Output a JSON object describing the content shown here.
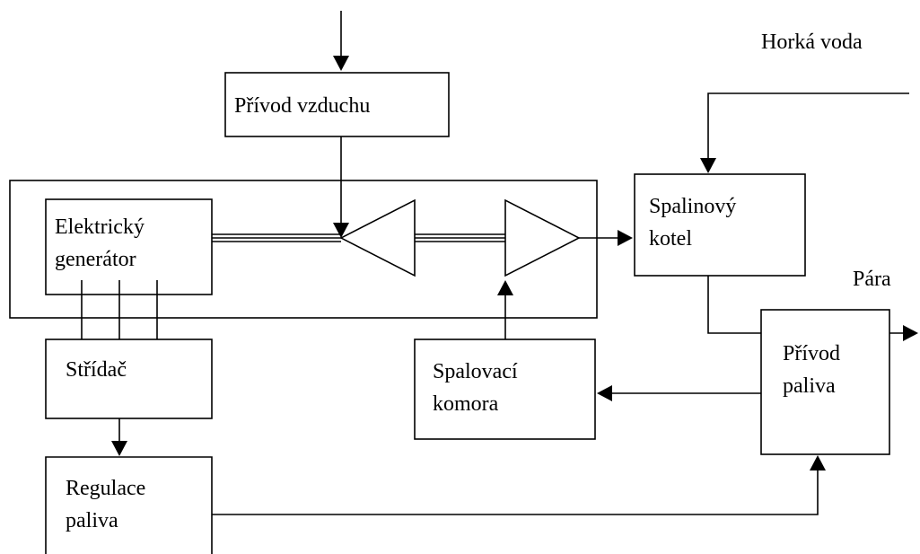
{
  "labels": {
    "air_intake": "Přívod vzduchu",
    "hot_water": "Horká voda",
    "generator_line1": "Elektrický",
    "generator_line2": "generátor",
    "boiler_line1": "Spalinový",
    "boiler_line2": "kotel",
    "steam": "Pára",
    "inverter": "Střídač",
    "combustion_line1": "Spalovací",
    "combustion_line2": "komora",
    "fuel_supply_line1": "Přívod",
    "fuel_supply_line2": "paliva",
    "fuel_control_line1": "Regulace",
    "fuel_control_line2": "paliva"
  },
  "colors": {
    "stroke": "#000000",
    "background": "#ffffff"
  }
}
